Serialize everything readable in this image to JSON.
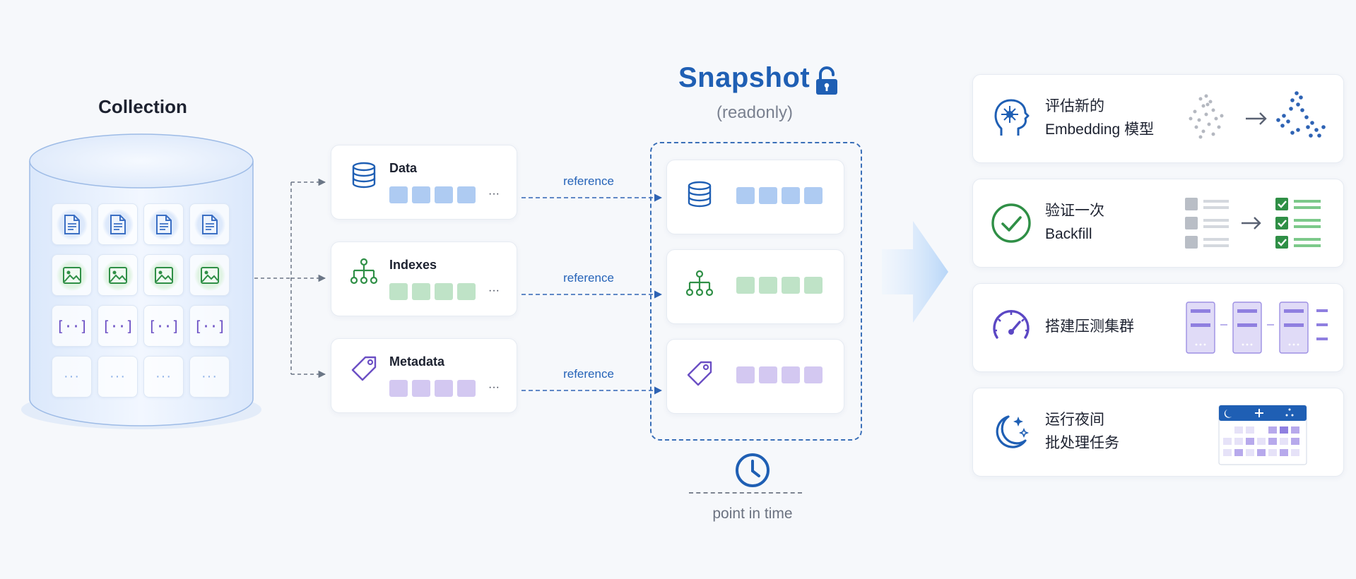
{
  "collection": {
    "title": "Collection",
    "rows": [
      {
        "kind": "document",
        "icon": "document-icon",
        "color": "#3b6fc4",
        "count": 4
      },
      {
        "kind": "image",
        "icon": "image-icon",
        "color": "#2f8f46",
        "count": 4
      },
      {
        "kind": "vector",
        "icon": "vector-bracket-icon",
        "glyph": "[··]",
        "color": "#6b4fc4",
        "count": 4
      },
      {
        "kind": "more",
        "icon": "ellipsis-icon",
        "glyph": "···",
        "color": "#8fb2e8",
        "count": 4
      }
    ]
  },
  "components": [
    {
      "label": "Data",
      "icon": "database-icon",
      "color": "#1f5fb4",
      "block_color": "#aecbf2",
      "ellipsis": "···"
    },
    {
      "label": "Indexes",
      "icon": "hierarchy-icon",
      "color": "#2f8f46",
      "block_color": "#bfe3c7",
      "ellipsis": "···"
    },
    {
      "label": "Metadata",
      "icon": "tag-icon",
      "color": "#6b4fc4",
      "block_color": "#d3c8f1",
      "ellipsis": "···"
    }
  ],
  "references": [
    "reference",
    "reference",
    "reference"
  ],
  "snapshot": {
    "title": "Snapshot",
    "subtitle": "(readonly)",
    "icon": "lock-icon",
    "accent": "#1f5fb4",
    "time_icon": "clock-icon",
    "time_label": "point in time"
  },
  "use_cases": [
    {
      "line1": "评估新的",
      "line2": "Embedding 模型",
      "icon": "brain-icon",
      "color": "#1f5fb4",
      "viz": "scatter-to-clusters"
    },
    {
      "line1": "验证一次",
      "line2": "Backfill",
      "icon": "check-circle-icon",
      "color": "#2f8f46",
      "viz": "list-to-checklist"
    },
    {
      "line1": "搭建压测集群",
      "line2": "",
      "icon": "speedometer-icon",
      "color": "#5b47c4",
      "viz": "server-cluster"
    },
    {
      "line1": "运行夜间",
      "line2": "批处理任务",
      "icon": "moon-stars-icon",
      "color": "#1f5fb4",
      "viz": "calendar"
    }
  ]
}
